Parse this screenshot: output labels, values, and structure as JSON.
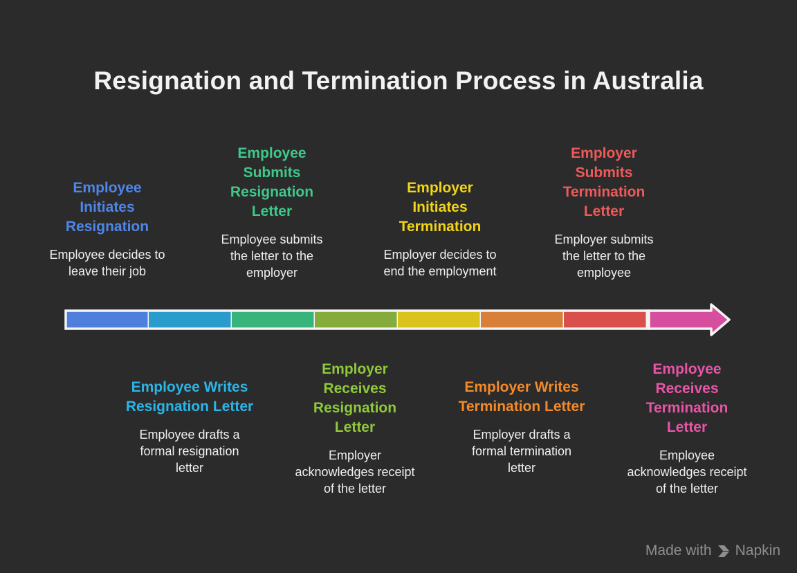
{
  "title": "Resignation and Termination Process in Australia",
  "steps": [
    {
      "title": "Employee Initiates Resignation",
      "desc": "Employee decides to leave their job",
      "color": "#4f86e8"
    },
    {
      "title": "Employee Writes Resignation Letter",
      "desc": "Employee drafts a formal resignation letter",
      "color": "#2bb5e8"
    },
    {
      "title": "Employee Submits Resignation Letter",
      "desc": "Employee submits the letter to the employer",
      "color": "#3ec98a"
    },
    {
      "title": "Employer Receives Resignation Letter",
      "desc": "Employer acknowledges receipt of the letter",
      "color": "#8fc93a"
    },
    {
      "title": "Employer Initiates Termination",
      "desc": "Employer decides to end the employment",
      "color": "#f2d418"
    },
    {
      "title": "Employer Writes Termination Letter",
      "desc": "Employer drafts a formal termination letter",
      "color": "#f28a2a"
    },
    {
      "title": "Employer Submits Termination Letter",
      "desc": "Employer submits the letter to the employee",
      "color": "#ee5a5a"
    },
    {
      "title": "Employee Receives Termination Letter",
      "desc": "Employee acknowledges receipt of the letter",
      "color": "#e855a8"
    }
  ],
  "bar_colors": [
    "#4f7fdc",
    "#2a9ccc",
    "#36b47c",
    "#85ab3c",
    "#dcc21c",
    "#d8803a",
    "#d9504a",
    "#d64f9e"
  ],
  "footer": {
    "made_with": "Made with",
    "brand": "Napkin",
    "icon": "napkin-logo-icon"
  }
}
